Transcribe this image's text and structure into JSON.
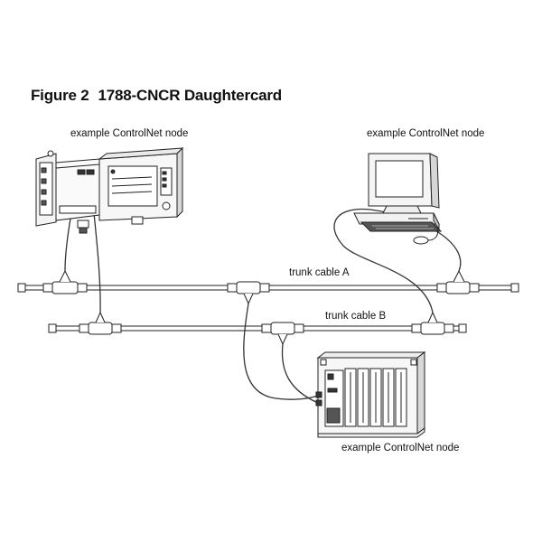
{
  "figure": {
    "number": "Figure 2",
    "title": "1788-CNCR Daughtercard"
  },
  "labels": {
    "node_top_left": "example ControlNet node",
    "node_top_right": "example ControlNet node",
    "node_bottom": "example ControlNet node",
    "trunk_a": "trunk cable A",
    "trunk_b": "trunk cable B"
  },
  "colors": {
    "ink": "#222222",
    "cable": "#333333",
    "fill_light": "#f2f2f2",
    "fill_dark": "#555555"
  }
}
